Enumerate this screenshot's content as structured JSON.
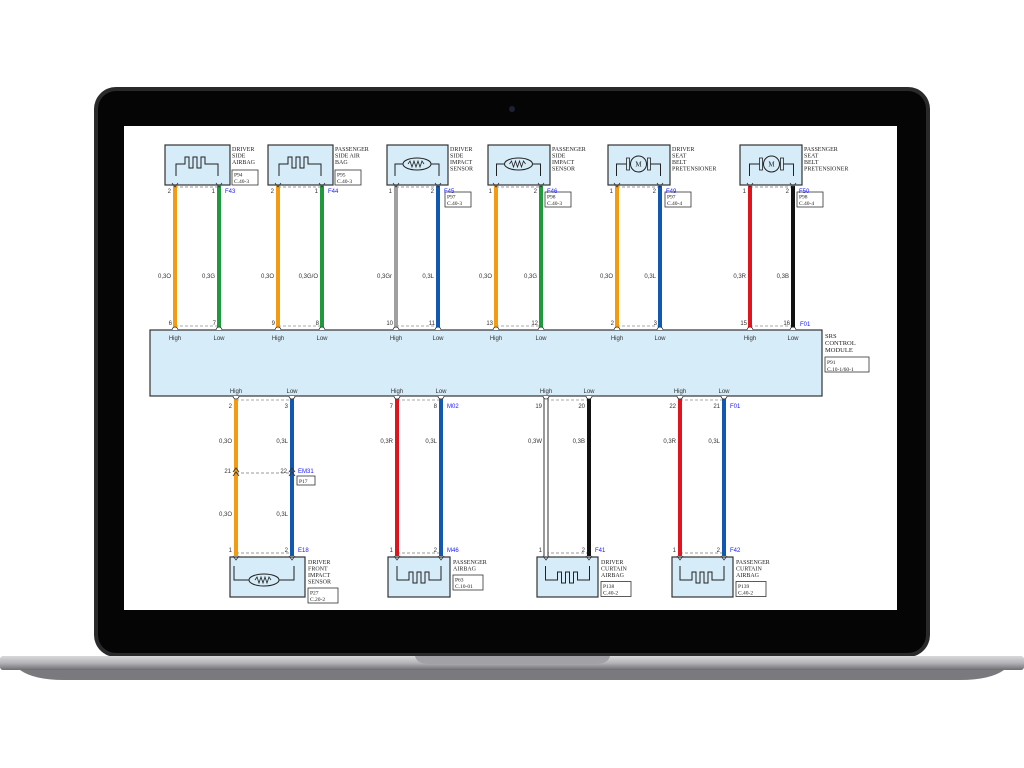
{
  "colors": {
    "orange": "#f39c12",
    "green": "#1e9a3c",
    "gray": "#a0a0a0",
    "blue": "#1058b0",
    "red": "#e0141e",
    "black": "#111111",
    "white": "#ffffff",
    "module_fill": "#d6ecf8",
    "connector_blue": "#1a1aff"
  },
  "module": {
    "name_lines": [
      "SRS",
      "CONTROL",
      "MODULE"
    ],
    "connector": [
      "P91",
      "C.10-1/60-1"
    ],
    "top_connector_id": "F01",
    "bottom_connector_id": "F01"
  },
  "top_components": [
    {
      "name_lines": [
        "DRIVER",
        "SIDE",
        "AIRBAG"
      ],
      "icon": "squib-icon",
      "connector": [
        "P94",
        "C.40-3"
      ],
      "connector_id": "F43",
      "wires": [
        {
          "pin": "2",
          "color": "orange",
          "gauge": "0,3O",
          "module_pin": "6",
          "signal": "High"
        },
        {
          "pin": "1",
          "color": "green",
          "gauge": "0,3G",
          "module_pin": "7",
          "signal": "Low"
        }
      ]
    },
    {
      "name_lines": [
        "PASSENGER",
        "SIDE AIR",
        "BAG"
      ],
      "icon": "squib-icon",
      "connector": [
        "P95",
        "C.40-3"
      ],
      "connector_id": "F44",
      "wires": [
        {
          "pin": "2",
          "color": "orange",
          "gauge": "0,3O",
          "module_pin": "9",
          "signal": "High"
        },
        {
          "pin": "1",
          "color": "green",
          "gauge": "0,3G/O",
          "module_pin": "8",
          "signal": "Low"
        }
      ]
    },
    {
      "name_lines": [
        "DRIVER",
        "SIDE",
        "IMPACT",
        "SENSOR"
      ],
      "icon": "resistor-icon",
      "connector": [
        "P97",
        "C.40-3"
      ],
      "connector_id": "F45",
      "wires": [
        {
          "pin": "1",
          "color": "gray",
          "gauge": "0,3Gr",
          "module_pin": "10",
          "signal": "High"
        },
        {
          "pin": "2",
          "color": "blue",
          "gauge": "0,3L",
          "module_pin": "11",
          "signal": "Low"
        }
      ]
    },
    {
      "name_lines": [
        "PASSENGER",
        "SIDE",
        "IMPACT",
        "SENSOR"
      ],
      "icon": "resistor-icon",
      "connector": [
        "P98",
        "C.40-3"
      ],
      "connector_id": "F46",
      "wires": [
        {
          "pin": "1",
          "color": "orange",
          "gauge": "0,3O",
          "module_pin": "13",
          "signal": "High"
        },
        {
          "pin": "2",
          "color": "green",
          "gauge": "0,3G",
          "module_pin": "12",
          "signal": "Low"
        }
      ]
    },
    {
      "name_lines": [
        "DRIVER",
        "SEAT",
        "BELT",
        "PRETENSIONER"
      ],
      "icon": "motor-icon",
      "motor_label": "M",
      "connector": [
        "P97",
        "C.40-4"
      ],
      "connector_id": "F49",
      "wires": [
        {
          "pin": "1",
          "color": "orange",
          "gauge": "0,3O",
          "module_pin": "2",
          "signal": "High"
        },
        {
          "pin": "2",
          "color": "blue",
          "gauge": "0,3L",
          "module_pin": "3",
          "signal": "Low"
        }
      ]
    },
    {
      "name_lines": [
        "PASSENGER",
        "SEAT",
        "BELT",
        "PRETENSIONER"
      ],
      "icon": "motor-icon",
      "motor_label": "M",
      "connector": [
        "P98",
        "C.40-4"
      ],
      "connector_id": "F50",
      "wires": [
        {
          "pin": "1",
          "color": "red",
          "gauge": "0,3R",
          "module_pin": "15",
          "signal": "High"
        },
        {
          "pin": "2",
          "color": "black",
          "gauge": "0,3B",
          "module_pin": "16",
          "signal": "Low"
        }
      ]
    }
  ],
  "bottom_components": [
    {
      "name_lines": [
        "DRIVER",
        "FRONT",
        "IMPACT",
        "SENSOR"
      ],
      "icon": "resistor-icon",
      "connector": [
        "P27",
        "C.20-2"
      ],
      "connector_id": "E18",
      "inline_connector": {
        "id": "EM31",
        "label": "P17",
        "pins": [
          "21",
          "22"
        ],
        "lower_gauges": [
          "0,3O",
          "0,3L"
        ]
      },
      "wires": [
        {
          "pin": "1",
          "color": "orange",
          "gauge": "0,3O",
          "module_pin": "2",
          "signal": "High"
        },
        {
          "pin": "2",
          "color": "blue",
          "gauge": "0,3L",
          "module_pin": "3",
          "signal": "Low"
        }
      ],
      "module_conn_id": ""
    },
    {
      "name_lines": [
        "PASSENGER",
        "AIRBAG"
      ],
      "icon": "squib-icon",
      "connector": [
        "P63",
        "C.10-01"
      ],
      "connector_id": "M46",
      "wires": [
        {
          "pin": "1",
          "color": "red",
          "gauge": "0,3R",
          "module_pin": "7",
          "signal": "High"
        },
        {
          "pin": "2",
          "color": "blue",
          "gauge": "0,3L",
          "module_pin": "8",
          "signal": "Low"
        }
      ],
      "module_conn_id": "M02"
    },
    {
      "name_lines": [
        "DRIVER",
        "CURTAIN",
        "AIRBAG"
      ],
      "icon": "squib-icon",
      "connector": [
        "P138",
        "C.40-2"
      ],
      "connector_id": "F41",
      "wires": [
        {
          "pin": "1",
          "color": "white",
          "gauge": "0,3W",
          "module_pin": "19",
          "signal": "High"
        },
        {
          "pin": "2",
          "color": "black",
          "gauge": "0,3B",
          "module_pin": "20",
          "signal": "Low"
        }
      ],
      "module_conn_id": ""
    },
    {
      "name_lines": [
        "PASSENGER",
        "CURTAIN",
        "AIRBAG"
      ],
      "icon": "squib-icon",
      "connector": [
        "P139",
        "C.40-2"
      ],
      "connector_id": "F42",
      "wires": [
        {
          "pin": "1",
          "color": "red",
          "gauge": "0,3R",
          "module_pin": "22",
          "signal": "High"
        },
        {
          "pin": "2",
          "color": "blue",
          "gauge": "0,3L",
          "module_pin": "21",
          "signal": "Low"
        }
      ],
      "module_conn_id": "F01"
    }
  ]
}
